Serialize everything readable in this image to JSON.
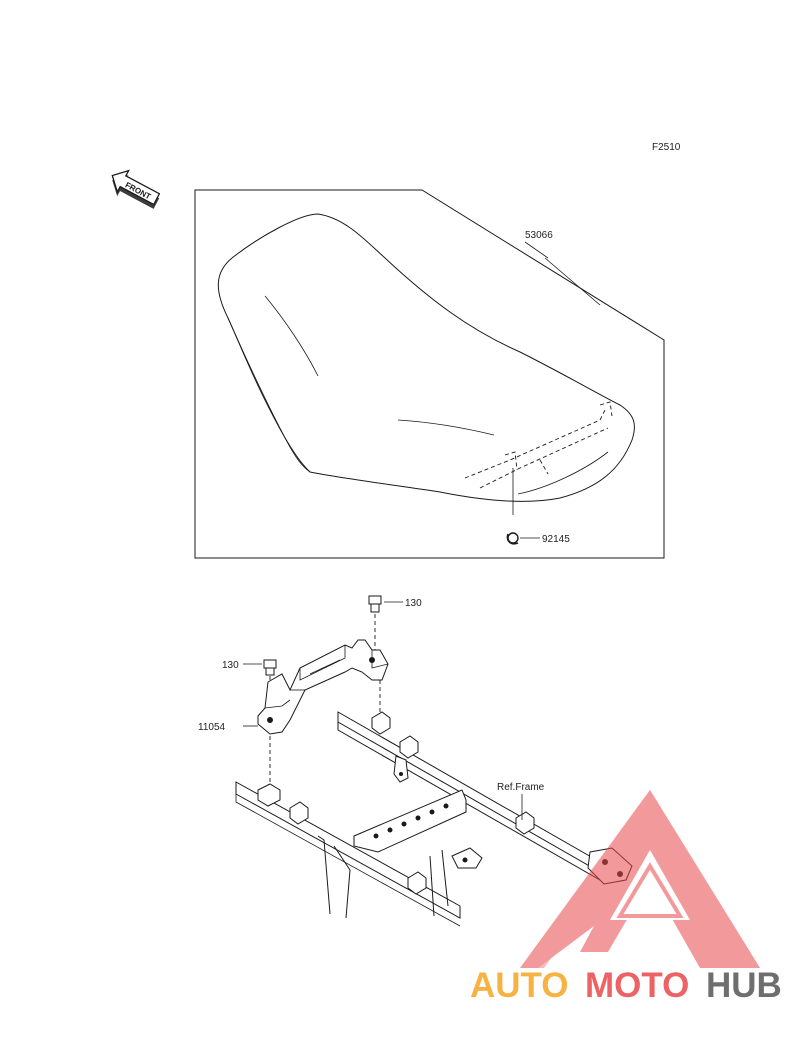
{
  "diagram_code": "F2510",
  "front_marker": "FRONT",
  "parts": {
    "seat": "53066",
    "clip": "92145",
    "bolt_right": "130",
    "bolt_left": "130",
    "bracket": "11054",
    "frame_ref": "Ref.Frame"
  },
  "watermark": {
    "part1": "AUTO",
    "part2": "MOTO",
    "part3": "HUB",
    "color_orange": "#F5A623",
    "color_red": "#E8484A",
    "color_gray": "#555555"
  }
}
